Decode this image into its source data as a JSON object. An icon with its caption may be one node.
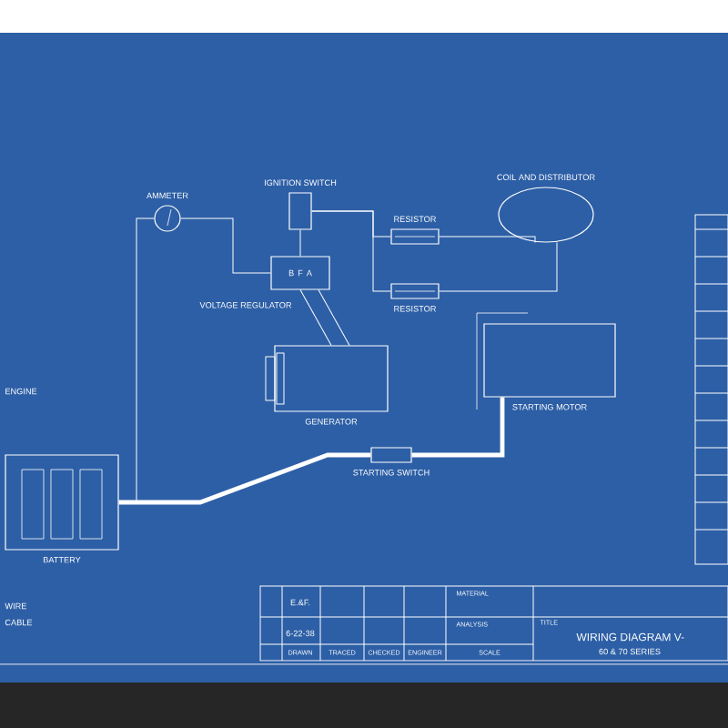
{
  "diagram": {
    "nodes": [
      {
        "text": [
          "AMMETER"
        ]
      },
      {
        "text": [
          "IGNITION SWITCH"
        ]
      },
      {
        "text": [
          "VOLTAGE REGULATOR",
          "B",
          "F",
          "A"
        ]
      },
      {
        "text": [
          "GENERATOR"
        ]
      },
      {
        "text": [
          "RESISTOR"
        ]
      },
      {
        "text": [
          "RESISTOR"
        ]
      },
      {
        "text": [
          "COIL AND DISTRIBUTOR"
        ]
      },
      {
        "text": [
          "STARTING MOTOR"
        ]
      },
      {
        "text": [
          "STARTING SWITCH"
        ]
      },
      {
        "text": [
          "BATTERY"
        ]
      }
    ],
    "edges": [
      {
        "from": 9,
        "to": 0,
        "arrow": "none"
      },
      {
        "from": 0,
        "to": 2,
        "arrow": "none"
      },
      {
        "from": 1,
        "to": 2,
        "arrow": "none"
      },
      {
        "from": 1,
        "to": 4,
        "arrow": "none"
      },
      {
        "from": 1,
        "to": 5,
        "arrow": "none"
      },
      {
        "from": 4,
        "to": 6,
        "arrow": "none"
      },
      {
        "from": 5,
        "to": 6,
        "arrow": "none"
      },
      {
        "from": 2,
        "to": 3,
        "arrow": "none"
      },
      {
        "from": 2,
        "to": 3,
        "arrow": "none"
      },
      {
        "from": 9,
        "to": 8,
        "arrow": "none",
        "style": "thick"
      },
      {
        "from": 8,
        "to": 7,
        "arrow": "none",
        "style": "thick"
      }
    ],
    "labels": [
      "ENGINE",
      "WIRE",
      "CABLE",
      "E.&F.",
      "6-22-38",
      "DRAWN",
      "TRACED",
      "CHECKED",
      "ENGINEER",
      "SCALE",
      "MATERIAL",
      "ANALYSIS",
      "TITLE",
      "WIRING DIAGRAM V-",
      "60 & 70 SERIES"
    ]
  }
}
